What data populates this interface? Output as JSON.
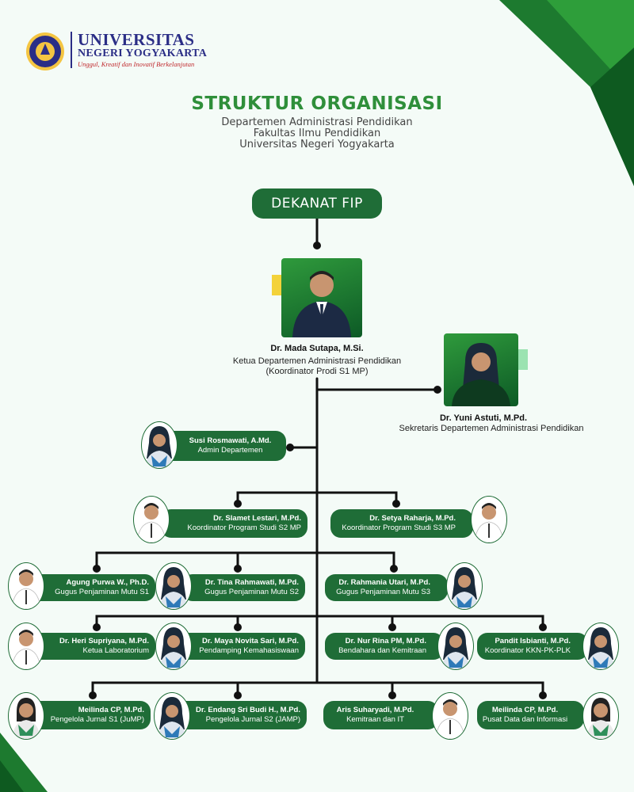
{
  "header": {
    "university_line1": "UNIVERSITAS",
    "university_line2": "NEGERI YOGYAKARTA",
    "tagline": "Unggul, Kreatif dan Inovatif Berkelanjutan"
  },
  "title": "STRUKTUR ORGANISASI",
  "subtitles": [
    "Departemen Administrasi Pendidikan",
    "Fakultas Ilmu Pendidikan",
    "Universitas Negeri Yogyakarta"
  ],
  "top_box": "DEKANAT FIP",
  "head": {
    "name": "Dr. Mada Sutapa, M.Si.",
    "role_lines": [
      "Ketua Departemen Administrasi Pendidikan",
      "(Koordinator Prodi S1 MP)"
    ]
  },
  "secretary": {
    "name": "Dr. Yuni Astuti, M.Pd.",
    "role": "Sekretaris Departemen Administrasi Pendidikan"
  },
  "members": [
    {
      "name": "Susi Rosmawati, A.Md.",
      "role": "Admin Departemen",
      "avatar": "woman-hijab-avatar"
    },
    {
      "name": "Dr. Slamet Lestari, M.Pd.",
      "role": "Koordinator Program Studi S2 MP",
      "avatar": "man-avatar"
    },
    {
      "name": "Dr. Setya Raharja, M.Pd.",
      "role": "Koordinator Program Studi S3 MP",
      "avatar": "man-avatar"
    },
    {
      "name": "Agung Purwa W., Ph.D.",
      "role": "Gugus Penjaminan Mutu S1",
      "avatar": "man-avatar"
    },
    {
      "name": "Dr. Tina Rahmawati, M.Pd.",
      "role": "Gugus Penjaminan Mutu S2",
      "avatar": "woman-hijab-avatar"
    },
    {
      "name": "Dr. Rahmania Utari, M.Pd.",
      "role": "Gugus Penjaminan Mutu S3",
      "avatar": "woman-hijab-avatar"
    },
    {
      "name": "Dr. Heri Supriyana, M.Pd.",
      "role": "Ketua Laboratorium",
      "avatar": "man-avatar"
    },
    {
      "name": "Dr. Maya Novita Sari, M.Pd.",
      "role": "Pendamping Kemahasiswaan",
      "avatar": "woman-hijab-avatar"
    },
    {
      "name": "Dr. Nur Rina PM, M.Pd.",
      "role": "Bendahara dan Kemitraan",
      "avatar": "woman-hijab-avatar"
    },
    {
      "name": "Pandit Isbianti, M.Pd.",
      "role": "Koordinator KKN-PK-PLK",
      "avatar": "woman-hijab-avatar"
    },
    {
      "name": "Meilinda CP, M.Pd.",
      "role": "Pengelola Jurnal S1 (JuMP)",
      "avatar": "woman-avatar"
    },
    {
      "name": "Dr. Endang Sri Budi H., M.Pd.",
      "role": "Pengelola Jurnal S2 (JAMP)",
      "avatar": "woman-hijab-avatar"
    },
    {
      "name": "Aris Suharyadi, M.Pd.",
      "role": "Kemitraan dan IT",
      "avatar": "man-avatar"
    },
    {
      "name": "Meilinda CP, M.Pd.",
      "role": "Pusat Data dan Informasi",
      "avatar": "woman-avatar"
    }
  ],
  "colors": {
    "primary": "#1f6d37",
    "title": "#2f8f3a",
    "accent_yellow": "#f3d23a",
    "accent_mint": "#9be3b1"
  }
}
